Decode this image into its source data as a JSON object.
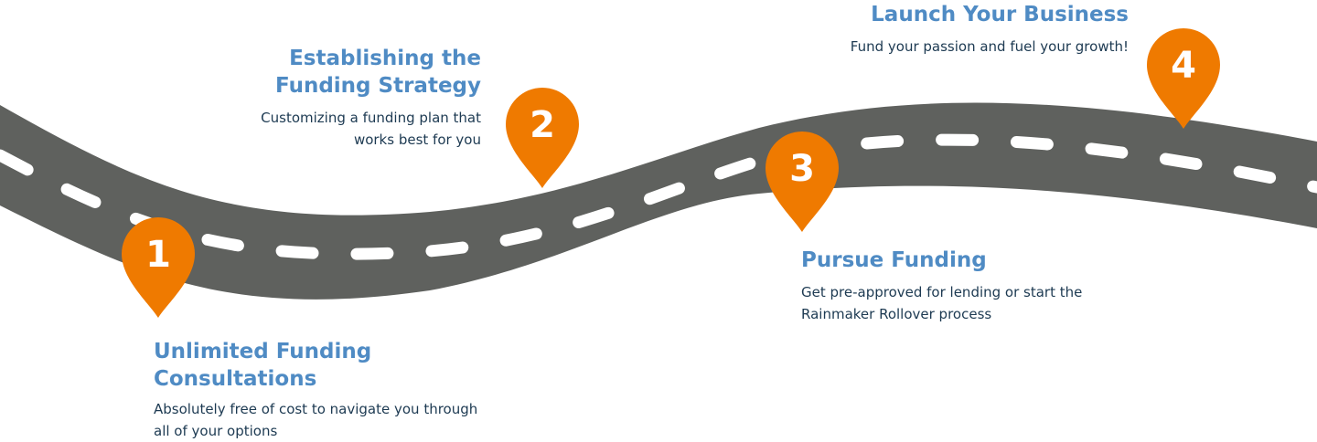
{
  "colors": {
    "road": "#5f615e",
    "dash": "#ffffff",
    "pin": "#ef7a00",
    "title": "#4f8bc4",
    "text": "#1d3a52"
  },
  "pins": [
    "1",
    "2",
    "3",
    "4"
  ],
  "steps": [
    {
      "title": "Unlimited Funding\nConsultations",
      "description": "Absolutely free of cost to navigate you through\nall of your options"
    },
    {
      "title": "Establishing the\nFunding Strategy",
      "description": "Customizing a funding plan that\nworks best for you"
    },
    {
      "title": "Pursue Funding",
      "description": "Get pre-approved for lending or start the\nRainmaker Rollover process"
    },
    {
      "title": "Launch Your Business",
      "description": "Fund your passion and fuel your growth!"
    }
  ]
}
